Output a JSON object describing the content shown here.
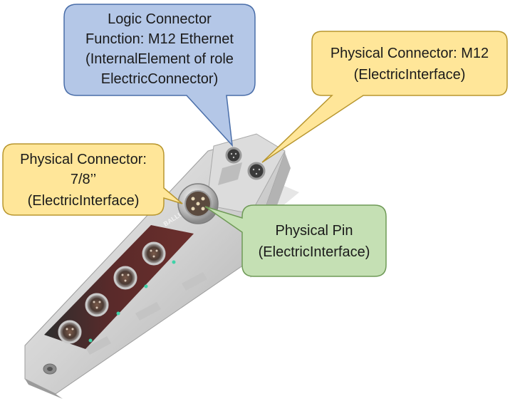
{
  "colors": {
    "logic_fill": "#b4c7e7",
    "logic_stroke": "#4a6ea9",
    "physical_fill": "#ffe699",
    "physical_stroke": "#b8962e",
    "pin_fill": "#c5e0b4",
    "pin_stroke": "#6f9a57",
    "housing": "#d8d8d8",
    "panel": "#3a2326",
    "brand_text": "#f2f2f2"
  },
  "callouts": {
    "logic_connector": {
      "lines": [
        "Logic Connector",
        "Function: M12 Ethernet",
        "(InternalElement of role",
        "ElectricConnector)"
      ]
    },
    "physical_m12": {
      "lines": [
        "Physical Connector: M12",
        "(ElectricInterface)"
      ]
    },
    "physical_78": {
      "lines": [
        "Physical Connector:",
        "7/8’’",
        "(ElectricInterface)"
      ]
    },
    "physical_pin": {
      "lines": [
        "Physical Pin",
        "(ElectricInterface)"
      ]
    }
  },
  "device": {
    "brand": "BALLUFF"
  }
}
